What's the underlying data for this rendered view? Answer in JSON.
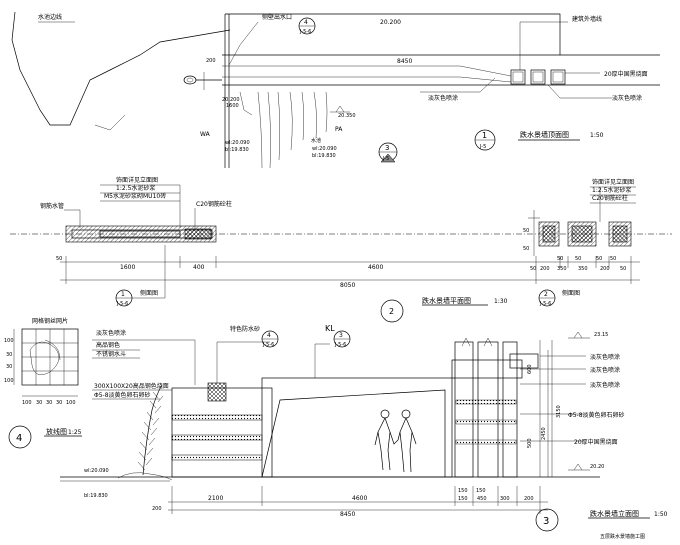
{
  "plan_view": {
    "water_line": "水池边线",
    "side_outlet": "侧壁出水口",
    "outlet_ref_num": "4",
    "outlet_ref_sheet": "J-5-6",
    "level_top": "20.200",
    "exterior_wall": "建筑外墙线",
    "dim_8450": "8450",
    "granite_20": "20厚中国黑烧面",
    "light_paint": "淡灰色喷涂",
    "light_paint_2": "淡灰色喷涂",
    "dim_200": "200",
    "dim_20200": "20.200",
    "dim_20350": "20.350",
    "dim_1600": "1600",
    "wa_label": "WA",
    "pa_label": "PA",
    "wl_a": "wl:20.090",
    "bl_a": "bl:19.830",
    "wl_b": "wl:20.090",
    "bl_b": "bl:19.830",
    "pool_label": "水池",
    "ref3_num": "3",
    "ref3_sheet": "J-5",
    "ref1_num": "1",
    "ref1_sheet": "J-5",
    "title": "跌水景墙顶面图",
    "scale": "1:50"
  },
  "section_plan": {
    "left_notes": [
      "饰面详见立面图",
      "1:2.5水泥砂浆",
      "M5水泥砂浆砌MU10砖",
      "C20钢筋砼柱"
    ],
    "pipe_label": "钢筋水管",
    "right_notes": [
      "饰面详见立面图",
      "1:2.5水泥砂浆",
      "C20钢筋砼柱"
    ],
    "dims_left": [
      "1600",
      "400",
      "4600"
    ],
    "dims_right": [
      "50",
      "200",
      "350",
      "350",
      "200",
      "50"
    ],
    "dims_top_right": [
      "50",
      "50",
      "50",
      "50"
    ],
    "dim_total": "8050",
    "side_left": "50",
    "side_right_a": "50",
    "side_right_b": "50",
    "ref1_num": "1",
    "ref1_sheet": "J-5-6",
    "ref1_text": "侧面图",
    "ref2_num": "2",
    "ref2_sheet": "J-5-6",
    "ref2_text": "侧面图",
    "title_num": "2",
    "title": "跌水景墙平面图",
    "scale": "1:30"
  },
  "detail_4": {
    "label": "网格钢丝网片",
    "dims": [
      "100",
      "30",
      "30",
      "30",
      "100"
    ],
    "side_dims": [
      "100",
      "30",
      "30",
      "100"
    ],
    "title_num": "4",
    "title": "放线图",
    "scale": "1:25"
  },
  "elevation": {
    "left_notes": [
      "淡灰色喷涂",
      "高品钢色",
      "不锈钢水斗",
      "300X100X20高品钢色烧面",
      "Φ5-8淡黄色卵石卵砂"
    ],
    "feature": "特色防水砂",
    "feature_ref_num": "4",
    "feature_ref_sheet": "J-5-6",
    "kl": "KL",
    "kl_ref_num": "3",
    "kl_ref_sheet": "J-5-6",
    "right_notes": [
      "淡灰色喷涂",
      "淡灰色喷涂",
      "淡灰色喷涂",
      "Φ5-8淡黄色卵石卵砂",
      "20厚中国黑烧面"
    ],
    "level_top": "23.15",
    "level_mid": "20.20",
    "wl": "wl:20.090",
    "bl": "bl:19.830",
    "heights": [
      "600",
      "500",
      "2450",
      "3150"
    ],
    "dims_bottom": [
      "2100",
      "4600",
      "150",
      "450",
      "300",
      "150",
      "150",
      "200"
    ],
    "dim_total": "8450",
    "dim_left": "200",
    "title_num": "3",
    "title": "跌水景墙立面图",
    "scale": "1:50",
    "footer": "五层跌水景墙施工图"
  }
}
